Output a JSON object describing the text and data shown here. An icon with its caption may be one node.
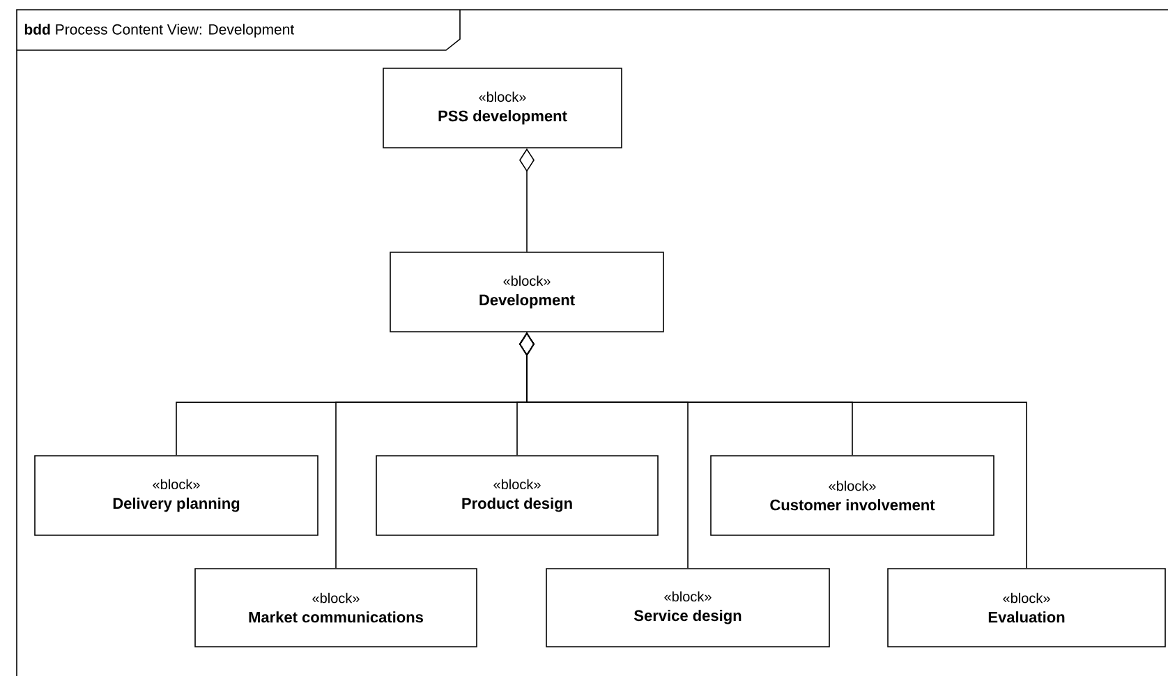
{
  "diagram": {
    "title": "**bdd** Process Content View: Development",
    "nodes": [
      {
        "text": [
          "«block»",
          "PSS development"
        ]
      },
      {
        "text": [
          "«block»",
          "Development"
        ]
      },
      {
        "text": [
          "«block»",
          "Delivery planning"
        ]
      },
      {
        "text": [
          "«block»",
          "Product design"
        ]
      },
      {
        "text": [
          "«block»",
          "Customer involvement"
        ]
      },
      {
        "text": [
          "«block»",
          "Market communications"
        ]
      },
      {
        "text": [
          "«block»",
          "Service design"
        ]
      },
      {
        "text": [
          "«block»",
          "Evaluation"
        ]
      }
    ],
    "edges": [
      {
        "from": 1,
        "to": 0,
        "arrow": "other"
      },
      {
        "from": 2,
        "to": 1,
        "arrow": "other"
      },
      {
        "from": 5,
        "to": 1,
        "arrow": "other"
      },
      {
        "from": 3,
        "to": 1,
        "arrow": "other"
      },
      {
        "from": 6,
        "to": 1,
        "arrow": "other"
      },
      {
        "from": 4,
        "to": 1,
        "arrow": "other"
      },
      {
        "from": 7,
        "to": 1,
        "arrow": "other"
      }
    ]
  }
}
